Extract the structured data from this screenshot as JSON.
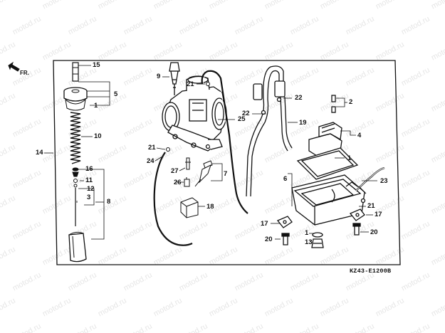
{
  "watermark": "motod.ru",
  "direction_label": "FR.",
  "drawing_code": "KZ43-E1200B",
  "callouts": {
    "c15": "15",
    "c5": "5",
    "c1a": "1",
    "c10": "10",
    "c14": "14",
    "c16": "16",
    "c11": "11",
    "c12": "12",
    "c3": "3",
    "c8": "8",
    "c9": "9",
    "c21a": "21",
    "c25": "25",
    "c21b": "21",
    "c24": "24",
    "c27": "27",
    "c7": "7",
    "c26": "26",
    "c18": "18",
    "c22a": "22",
    "c22b": "22",
    "c19": "19",
    "c2": "2",
    "c4": "4",
    "c1b": "1",
    "c6": "6",
    "c23": "23",
    "c21c": "21",
    "c17a": "17",
    "c17b": "17",
    "c20a": "20",
    "c1c": "1",
    "c13": "13",
    "c20b": "20"
  },
  "colors": {
    "ink": "#111111",
    "watermark": "#e6e6e6"
  }
}
